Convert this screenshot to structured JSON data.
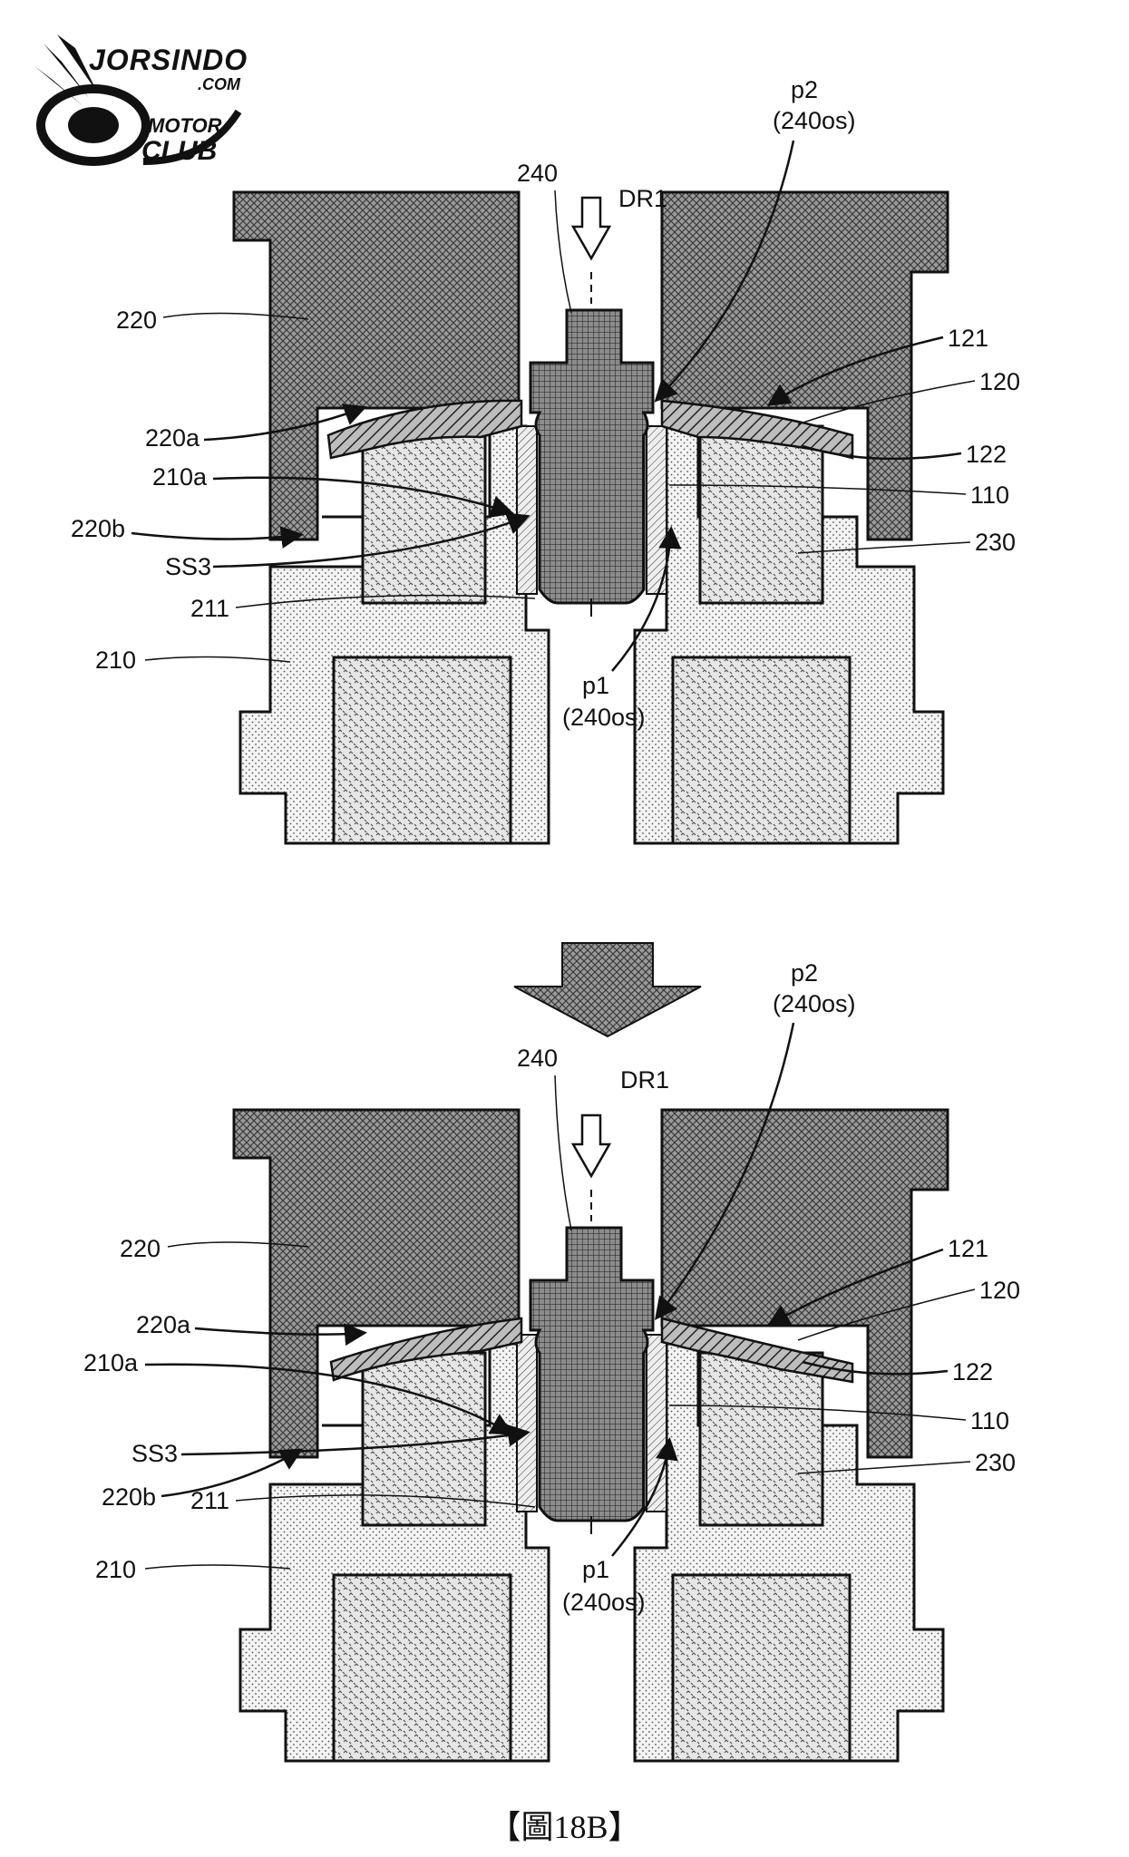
{
  "logo": {
    "line1": "JORSINDO",
    "line2": ".COM",
    "line3": "MOTOR",
    "line4": "CLUB"
  },
  "caption": "【圖18B】",
  "upper_labels": {
    "l240": "240",
    "dr1": "DR1",
    "p2": "p2",
    "p2os": "(240os)",
    "l220": "220",
    "l121": "121",
    "l120": "120",
    "l220a": "220a",
    "l122": "122",
    "l210a": "210a",
    "l110": "110",
    "l220b": "220b",
    "l230": "230",
    "ss3": "SS3",
    "l211": "211",
    "l210": "210",
    "p1": "p1",
    "p1os": "(240os)"
  },
  "lower_labels": {
    "l240": "240",
    "dr1": "DR1",
    "p2": "p2",
    "p2os": "(240os)",
    "l220": "220",
    "l121": "121",
    "l120": "120",
    "l220a": "220a",
    "l122": "122",
    "l210a": "210a",
    "l110": "110",
    "l220b": "220b",
    "l230": "230",
    "ss3": "SS3",
    "l211": "211",
    "l210": "210",
    "p1": "p1",
    "p1os": "(240os)"
  },
  "colors": {
    "line": "#111111",
    "background": "#ffffff",
    "hatch": "#6a6a6a"
  }
}
